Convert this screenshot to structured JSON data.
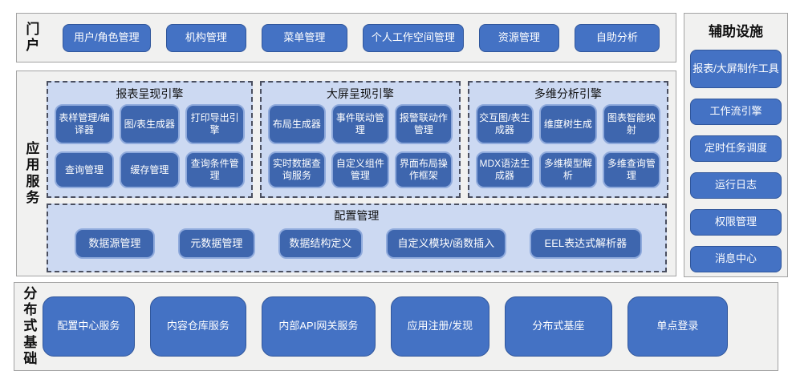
{
  "colors": {
    "button_blue": "#4472c4",
    "inner_button_blue": "#3e66ae",
    "inner_button_border": "#8faadc",
    "group_background": "#ccd9f2",
    "section_background": "#f1f1f0"
  },
  "portal": {
    "label": "门户",
    "buttons": [
      "用户/角色管理",
      "机构管理",
      "菜单管理",
      "个人工作空间管理",
      "资源管理",
      "自助分析"
    ]
  },
  "app_services": {
    "label": "应用服务",
    "engines": [
      {
        "title": "报表呈现引擎",
        "buttons": [
          "表样管理/编译器",
          "图/表生成器",
          "打印导出引擎",
          "查询管理",
          "缓存管理",
          "查询条件管理"
        ]
      },
      {
        "title": "大屏呈现引擎",
        "buttons": [
          "布局生成器",
          "事件联动管理",
          "报警联动作管理",
          "实时数据查询服务",
          "自定义组件管理",
          "界面布局操作框架"
        ]
      },
      {
        "title": "多维分析引擎",
        "buttons": [
          "交互图/表生成器",
          "维度树生成",
          "图表智能映射",
          "MDX语法生成器",
          "多维模型解析",
          "多维查询管理"
        ]
      }
    ],
    "config": {
      "title": "配置管理",
      "buttons": [
        "数据源管理",
        "元数据管理",
        "数据结构定义",
        "自定义模块/函数插入",
        "EEL表达式解析器"
      ]
    }
  },
  "auxiliary": {
    "title": "辅助设施",
    "buttons": [
      "报表/大屏制作工具",
      "工作流引擎",
      "定时任务调度",
      "运行日志",
      "权限管理",
      "消息中心"
    ]
  },
  "foundation": {
    "label": "分布式基础",
    "buttons": [
      "配置中心服务",
      "内容仓库服务",
      "内部API网关服务",
      "应用注册/发现",
      "分布式基座",
      "单点登录"
    ]
  }
}
